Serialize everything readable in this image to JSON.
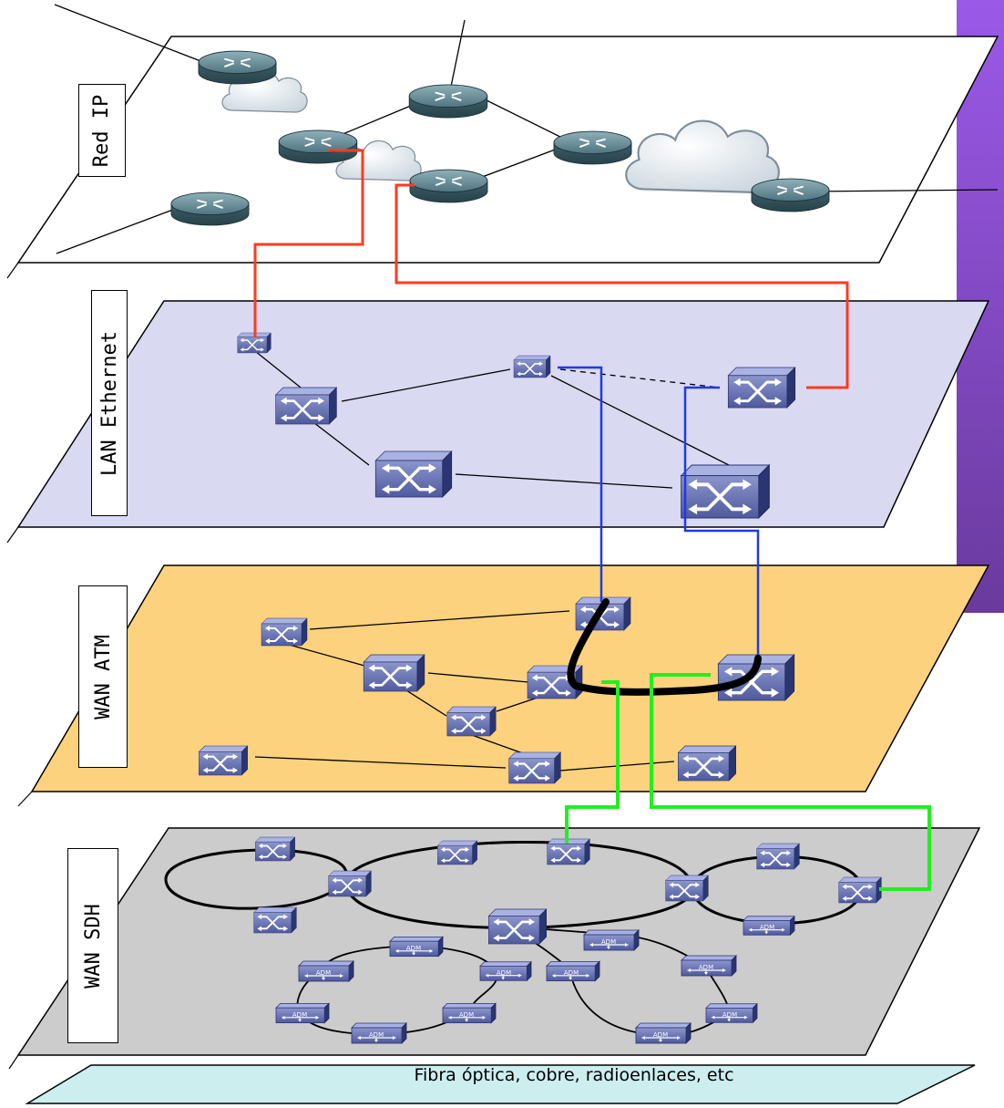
{
  "layers": [
    {
      "name": "Red IP",
      "plane_color": "#ffffff"
    },
    {
      "name": "LAN Ethernet",
      "plane_color": "#d9d9f2"
    },
    {
      "name": "WAN ATM",
      "plane_color": "#fdd27e"
    },
    {
      "name": "WAN SDH",
      "plane_color": "#cccccc"
    }
  ],
  "base": {
    "label": "Fibra óptica, cobre, radioenlaces, etc",
    "color": "#cdeeee"
  },
  "device_labels": {
    "adm": "ADM"
  },
  "icons": {
    "router": "router-icon",
    "cloud": "cloud-icon",
    "switch": "switch-icon",
    "adm": "adm-icon"
  },
  "link_colors": {
    "red": "#ff3b1f",
    "blue": "#1f3ae0",
    "black": "#000000",
    "green": "#22ee22"
  },
  "accent_bar_color": "#8a4fd6"
}
